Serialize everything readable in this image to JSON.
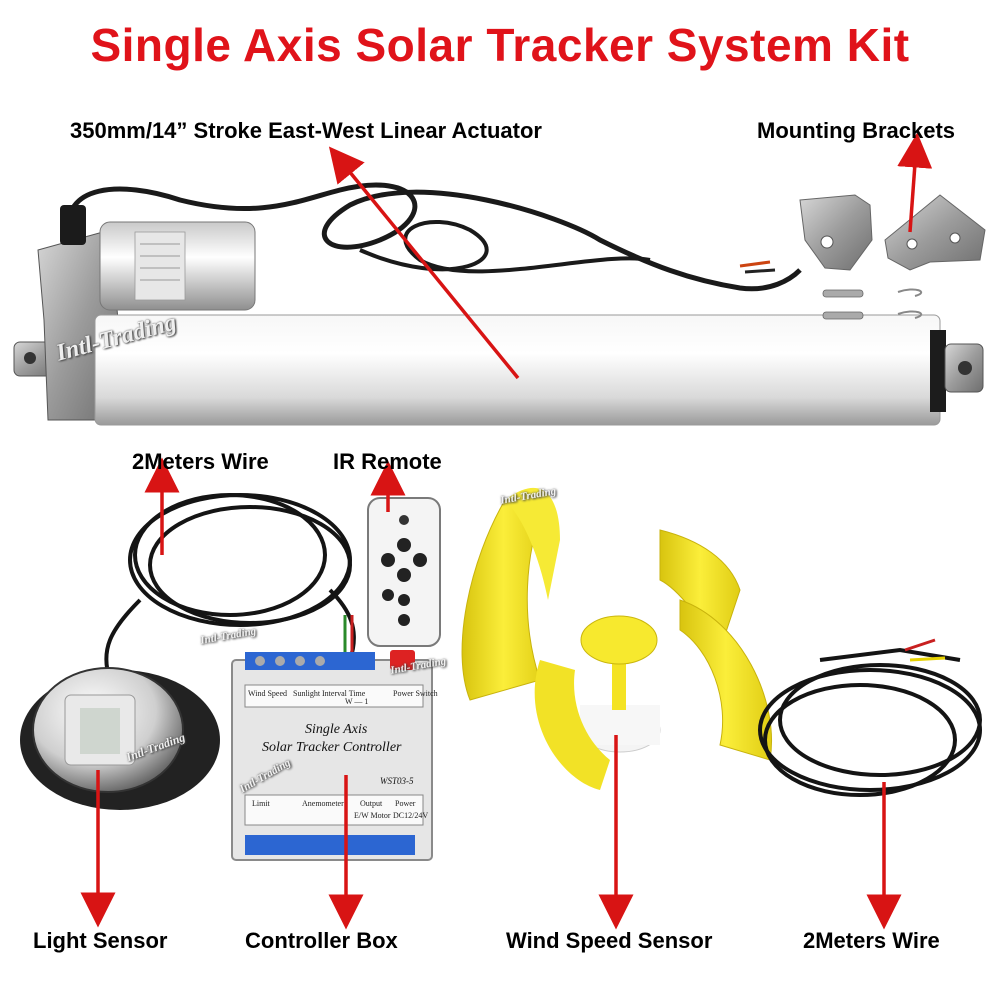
{
  "title": "Single Axis Solar Tracker System Kit",
  "labels": {
    "actuator": "350mm/14”  Stroke East-West Linear Actuator",
    "brackets": "Mounting Brackets",
    "wire_left": "2Meters Wire",
    "ir_remote": "IR Remote",
    "light_sensor": "Light Sensor",
    "controller_box": "Controller Box",
    "wind_speed_sensor": "Wind Speed Sensor",
    "wire_right": "2Meters Wire"
  },
  "watermark": "Intl-Trading",
  "controller": {
    "name_line1": "Single Axis",
    "name_line2": "Solar Tracker Controller",
    "model": "WST03-5",
    "top_cells": [
      "Wind Speed",
      "Sunlight",
      "Interval Time",
      "W — 1",
      "Power Switch"
    ],
    "bottom_cells": [
      "Limit",
      "Anemometer",
      "Output",
      "Power"
    ],
    "bottom_sub": [
      "E/W Motor",
      "DC12/24V"
    ]
  },
  "colors": {
    "title_red": "#e0131a",
    "arrow_red": "#d81414",
    "blade_yellow": "#f4e323"
  },
  "icons": [
    "arrow-up",
    "arrow-down",
    "remote-control",
    "dome-sensor",
    "actuator",
    "bracket",
    "anemometer",
    "cable-coil"
  ]
}
